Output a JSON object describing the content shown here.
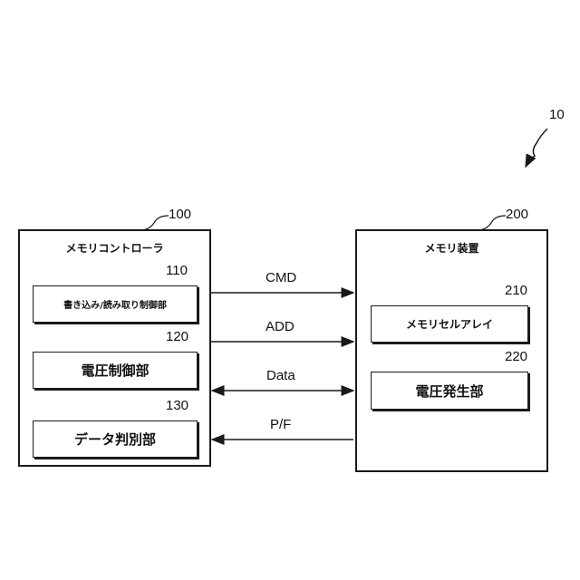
{
  "figure_ref": "10",
  "controller": {
    "ref": "100",
    "title": "メモリコントローラ",
    "blocks": [
      {
        "ref": "110",
        "label": "書き込み/読み取り制御部"
      },
      {
        "ref": "120",
        "label": "電圧制御部"
      },
      {
        "ref": "130",
        "label": "データ判別部"
      }
    ]
  },
  "device": {
    "ref": "200",
    "title": "メモリ装置",
    "blocks": [
      {
        "ref": "210",
        "label": "メモリセルアレイ"
      },
      {
        "ref": "220",
        "label": "電圧発生部"
      }
    ]
  },
  "signals": [
    {
      "label": "CMD",
      "direction": "right"
    },
    {
      "label": "ADD",
      "direction": "right"
    },
    {
      "label": "Data",
      "direction": "both"
    },
    {
      "label": "P/F",
      "direction": "left"
    }
  ]
}
